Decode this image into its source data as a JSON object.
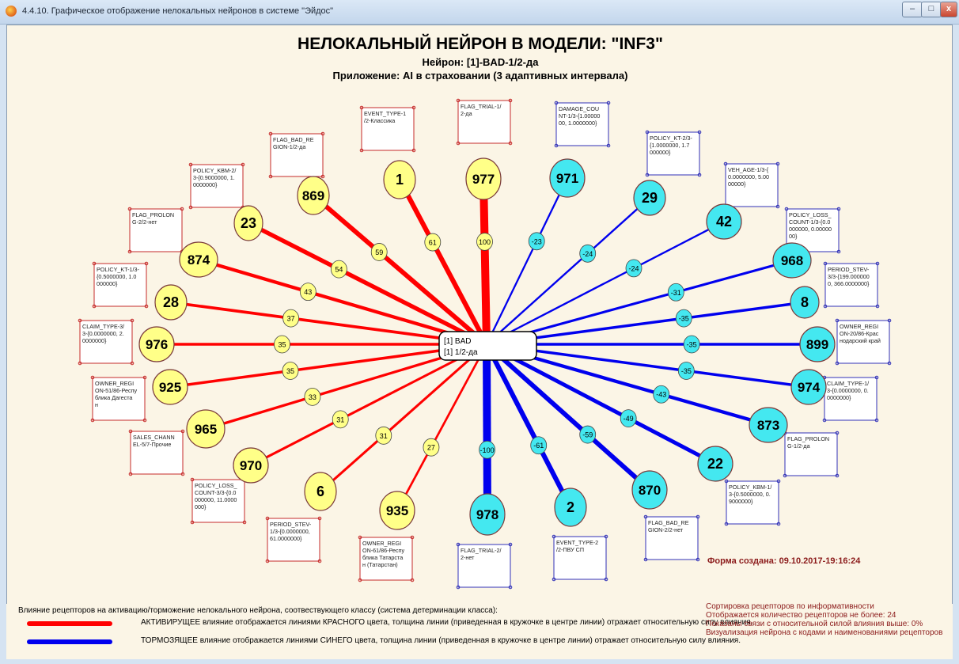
{
  "window": {
    "title": "4.4.10. Графическое отображение нелокальных нейронов в системе \"Эйдос\"",
    "controls": [
      "–",
      "□",
      "x"
    ]
  },
  "header": {
    "title": "НЕЛОКАЛЬНЫЙ НЕЙРОН В МОДЕЛИ: \"INF3\"",
    "neuron": "Нейрон: [1]-BAD-1/2-да",
    "application": "Приложение: AI в страховании (3 адаптивных интервала)"
  },
  "center_node": {
    "line1": "[1] BAD",
    "line2": "[1] 1/2-да"
  },
  "colors": {
    "activating": "#ff0000",
    "inhibiting": "#0000ee",
    "activating_fill": "#ffff88",
    "inhibiting_fill": "#44e8f0",
    "box_red": "#c62a2a",
    "box_blue": "#3131b8"
  },
  "receptors": [
    {
      "id": "977",
      "weight": "100",
      "label": "FLAG_TRIAL-1/\n2-да",
      "type": "activating"
    },
    {
      "id": "1",
      "weight": "61",
      "label": "EVENT_TYPE-1\n/2-Классика",
      "type": "activating"
    },
    {
      "id": "869",
      "weight": "59",
      "label": "FLAG_BAD_RE\nGION-1/2-да",
      "type": "activating"
    },
    {
      "id": "23",
      "weight": "54",
      "label": "POLICY_KBM-2/\n3-{0.9000000, 1.\n0000000}",
      "type": "activating"
    },
    {
      "id": "874",
      "weight": "43",
      "label": "FLAG_PROLON\nG-2/2-нет",
      "type": "activating"
    },
    {
      "id": "28",
      "weight": "37",
      "label": "POLICY_KT-1/3-\n{0.5000000, 1.0\n000000}",
      "type": "activating"
    },
    {
      "id": "976",
      "weight": "35",
      "label": "CLAIM_TYPE-3/\n3-{0.0000000, 2.\n0000000}",
      "type": "activating"
    },
    {
      "id": "925",
      "weight": "35",
      "label": "OWNER_REGI\nON-51/86-Респу\nблика Дагеста\nн",
      "type": "activating"
    },
    {
      "id": "965",
      "weight": "33",
      "label": "SALES_CHANN\nEL-5/7-Прочие",
      "type": "activating"
    },
    {
      "id": "970",
      "weight": "31",
      "label": "POLICY_LOSS_\nCOUNT-3/3-{0.0\n000000, 11.0000\n000}",
      "type": "activating"
    },
    {
      "id": "6",
      "weight": "31",
      "label": "PERIOD_STEV-\n1/3-{0.0000000,\n61.0000000}",
      "type": "activating"
    },
    {
      "id": "935",
      "weight": "27",
      "label": "OWNER_REGI\nON-61/86-Респу\nблика Татарста\nн (Татарстан)",
      "type": "activating"
    },
    {
      "id": "978",
      "weight": "-100",
      "label": "FLAG_TRIAL-2/\n2-нет",
      "type": "inhibiting"
    },
    {
      "id": "2",
      "weight": "-61",
      "label": "EVENT_TYPE-2\n/2-ПВУ СП",
      "type": "inhibiting"
    },
    {
      "id": "870",
      "weight": "-59",
      "label": "FLAG_BAD_RE\nGION-2/2-нет",
      "type": "inhibiting"
    },
    {
      "id": "22",
      "weight": "-49",
      "label": "POLICY_KBM-1/\n3-{0.5000000, 0.\n9000000}",
      "type": "inhibiting"
    },
    {
      "id": "873",
      "weight": "-43",
      "label": "FLAG_PROLON\nG-1/2-да",
      "type": "inhibiting"
    },
    {
      "id": "974",
      "weight": "-35",
      "label": "CLAIM_TYPE-1/\n3-{0.0000000, 0.\n0000000}",
      "type": "inhibiting"
    },
    {
      "id": "899",
      "weight": "-35",
      "label": "OWNER_REGI\nON-20/86-Крас\nнодарский край",
      "type": "inhibiting"
    },
    {
      "id": "8",
      "weight": "-35",
      "label": "PERIOD_STEV-\n3/3-{199.000000\n0, 366.0000000}",
      "type": "inhibiting"
    },
    {
      "id": "968",
      "weight": "-31",
      "label": "POLICY_LOSS_\nCOUNT-1/3-{0.0\n000000, 0.00000\n00}",
      "type": "inhibiting"
    },
    {
      "id": "42",
      "weight": "-24",
      "label": "VEH_AGE-1/3-{\n0.0000000, 5.00\n00000}",
      "type": "inhibiting"
    },
    {
      "id": "29",
      "weight": "-24",
      "label": "POLICY_KT-2/3-\n{1.0000000, 1.7\n000000}",
      "type": "inhibiting"
    },
    {
      "id": "971",
      "weight": "-23",
      "label": "DAMAGE_COU\nNT-1/3-{1.00000\n00, 1.0000000}",
      "type": "inhibiting"
    }
  ],
  "created": "Форма создана: 09.10.2017-19:16:24",
  "legend": {
    "title": "Влияние рецепторов на активацию/торможение нелокального нейрона, соотвествующего классу (система детерминации класса):",
    "activating": "АКТИВИРУЩЕЕ влияние отображается линиями КРАСНОГО цвета, толщина линии (приведенная в кружочке в центре линии) отражает относительную силу влияния.",
    "inhibiting": "ТОРМОЗЯЩЕЕ влияние отображается линиями СИНЕГО цвета, толщина линии (приведенная в кружочке в центре линии) отражает относительную силу влияния.",
    "stats": [
      "Сортировка рецепторов по информативности",
      "Отображается количество рецепторов не более: 24",
      "Показаны связи с относительной силой влияния выше: 0%",
      "Визуализация нейрона с кодами и наименованиями рецепторов"
    ]
  }
}
